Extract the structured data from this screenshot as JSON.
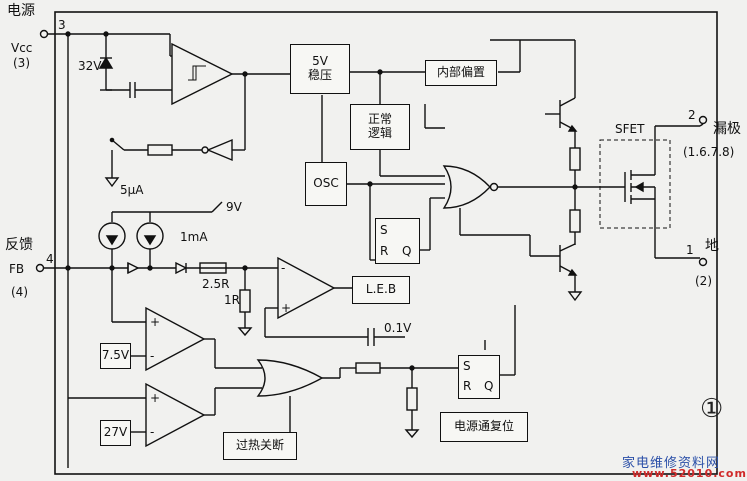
{
  "diagram": {
    "pins": {
      "vcc_name": "电源",
      "vcc_symbol": "Vcc",
      "vcc_pin": "(3)",
      "vcc_num": "3",
      "fb_name": "反馈",
      "fb_symbol": "FB",
      "fb_pin": "(4)",
      "fb_num": "4",
      "drain_name": "漏极",
      "drain_pins": "(1.6.7.8)",
      "drain_num": "2",
      "gnd_name": "地",
      "gnd_pin": "(2)",
      "gnd_num": "1"
    },
    "blocks": {
      "reg": "5V\n稳压",
      "bias": "内部偏置",
      "logic": "正常\n逻辑",
      "osc": "OSC",
      "leb": "L.E.B",
      "thermal": "过热关断",
      "reset": "电源通复位",
      "v75": "7.5V",
      "v27": "27V",
      "sfet": "SFET"
    },
    "labels": {
      "zener": "32V",
      "i5": "5μA",
      "v9": "9V",
      "i1": "1mA",
      "r25": "2.5R",
      "r1": "1R",
      "v01": "0.1V",
      "s": "S",
      "r": "R",
      "q": "Q"
    },
    "page_marks": {
      "circled": "①",
      "brand": "家电维修资料网",
      "url": "www.52010.com"
    }
  },
  "colors": {
    "line": "#111111",
    "brand": "#2a4fa8",
    "url": "#d02a2a"
  }
}
